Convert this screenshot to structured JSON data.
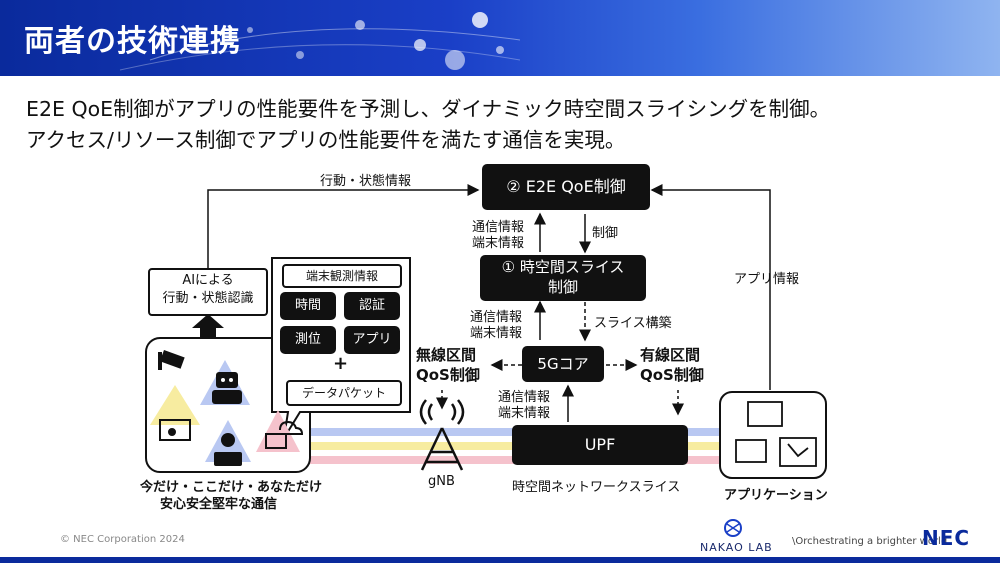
{
  "header": {
    "title": "両者の技術連携"
  },
  "lead": {
    "line1": "E2E QoE制御がアプリの性能要件を予測し、ダイナミック時空間スライシングを制御。",
    "line2": "アクセス/リソース制御でアプリの性能要件を満たす通信を実現。"
  },
  "diagram": {
    "e2e_qoe": "② E2E QoE制御",
    "slice_ctrl_line1": "① 時空間スライス",
    "slice_ctrl_line2": "制御",
    "core": "5Gコア",
    "upf": "UPF",
    "ai_line1": "AIによる",
    "ai_line2": "行動・状態認識",
    "terminal_info_title": "端末観測情報",
    "tiles": [
      "時間",
      "認証",
      "測位",
      "アプリ"
    ],
    "plus": "+",
    "data_packet": "データパケット",
    "label_behavior": "行動・状態情報",
    "label_comm1": "通信情報",
    "label_term1": "端末情報",
    "label_control": "制御",
    "label_comm2": "通信情報",
    "label_term2": "端末情報",
    "label_slice_build": "スライス構築",
    "label_comm3": "通信情報",
    "label_term3": "端末情報",
    "wireless_line1": "無線区間",
    "wireless_line2": "QoS制御",
    "wired_line1": "有線区間",
    "wired_line2": "QoS制御",
    "app_info": "アプリ情報",
    "gnb": "gNB",
    "network_slice": "時空間ネットワークスライス",
    "app": "アプリケーション",
    "caption_line1": "今だけ・ここだけ・あなただけ",
    "caption_line2": "安心安全堅牢な通信"
  },
  "footer": {
    "copyright": "© NEC Corporation 2024",
    "lab": "NAKAO LAB",
    "tagline": "\\Orchestrating a brighter world",
    "brand": "NEC"
  },
  "colors": {
    "header": "#1a3fc7",
    "slice_blue": "#b9c8f2",
    "slice_yellow": "#f7eca0",
    "slice_pink": "#f5c2cc",
    "accent": "#0a2a9c"
  }
}
